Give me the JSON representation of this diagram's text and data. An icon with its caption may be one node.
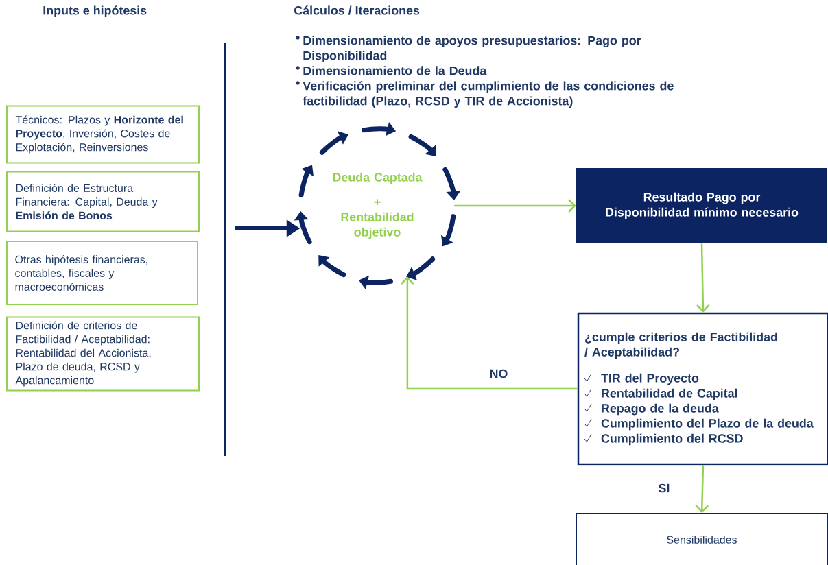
{
  "diagram": {
    "nodes": [
      {
        "text": [
          "Técnicos: Plazos y **Horizonte del Proyecto**, Inversión, Costes de Explotación, Reinversiones"
        ]
      },
      {
        "text": [
          "Definición de Estructura Financiera: Capital, Deuda y **Emisión de Bonos**"
        ]
      },
      {
        "text": [
          "Otras hipótesis financieras, contables, fiscales y macroeconómicas"
        ]
      },
      {
        "text": [
          "Definición de criterios de Factibilidad / Aceptabilidad: Rentabilidad del Accionista, Plazo de deuda, RCSD y Apalancamiento"
        ]
      },
      {
        "text": [
          "Deuda Captada",
          "+",
          "Rentabilidad objetivo"
        ]
      },
      {
        "text": [
          "Resultado Pago por Disponibilidad mínimo necesario"
        ]
      },
      {
        "text": [
          "¿cumple criterios de Factibilidad / Aceptabilidad?",
          "TIR del Proyecto",
          "Rentabilidad de Capital",
          "Repago de la deuda",
          "Cumplimiento del Plazo de la deuda",
          "Cumplimiento del RCSD"
        ]
      },
      {
        "text": [
          "Sensibilidades"
        ]
      }
    ],
    "edges": [
      {
        "from": null,
        "to": 4,
        "arrow": "to",
        "style": "thick",
        "color": "#0c2461"
      },
      {
        "from": 4,
        "to": 5,
        "arrow": "to"
      },
      {
        "from": 5,
        "to": 6,
        "arrow": "to"
      },
      {
        "from": 6,
        "to": 4,
        "arrow": "to",
        "label": "NO"
      },
      {
        "from": 6,
        "to": 7,
        "arrow": "to",
        "label": "SI"
      }
    ],
    "labels": [
      "Inputs e hipótesis",
      "Cálculos / Iteraciones",
      "Dimensionamiento de apoyos presupuestarios: Pago por Disponibilidad",
      "Dimensionamiento de la Deuda",
      "Verificación  preliminar del cumplimiento de las condiciones de factibilidad (Plazo, RCSD y TIR de Accionista)"
    ]
  }
}
